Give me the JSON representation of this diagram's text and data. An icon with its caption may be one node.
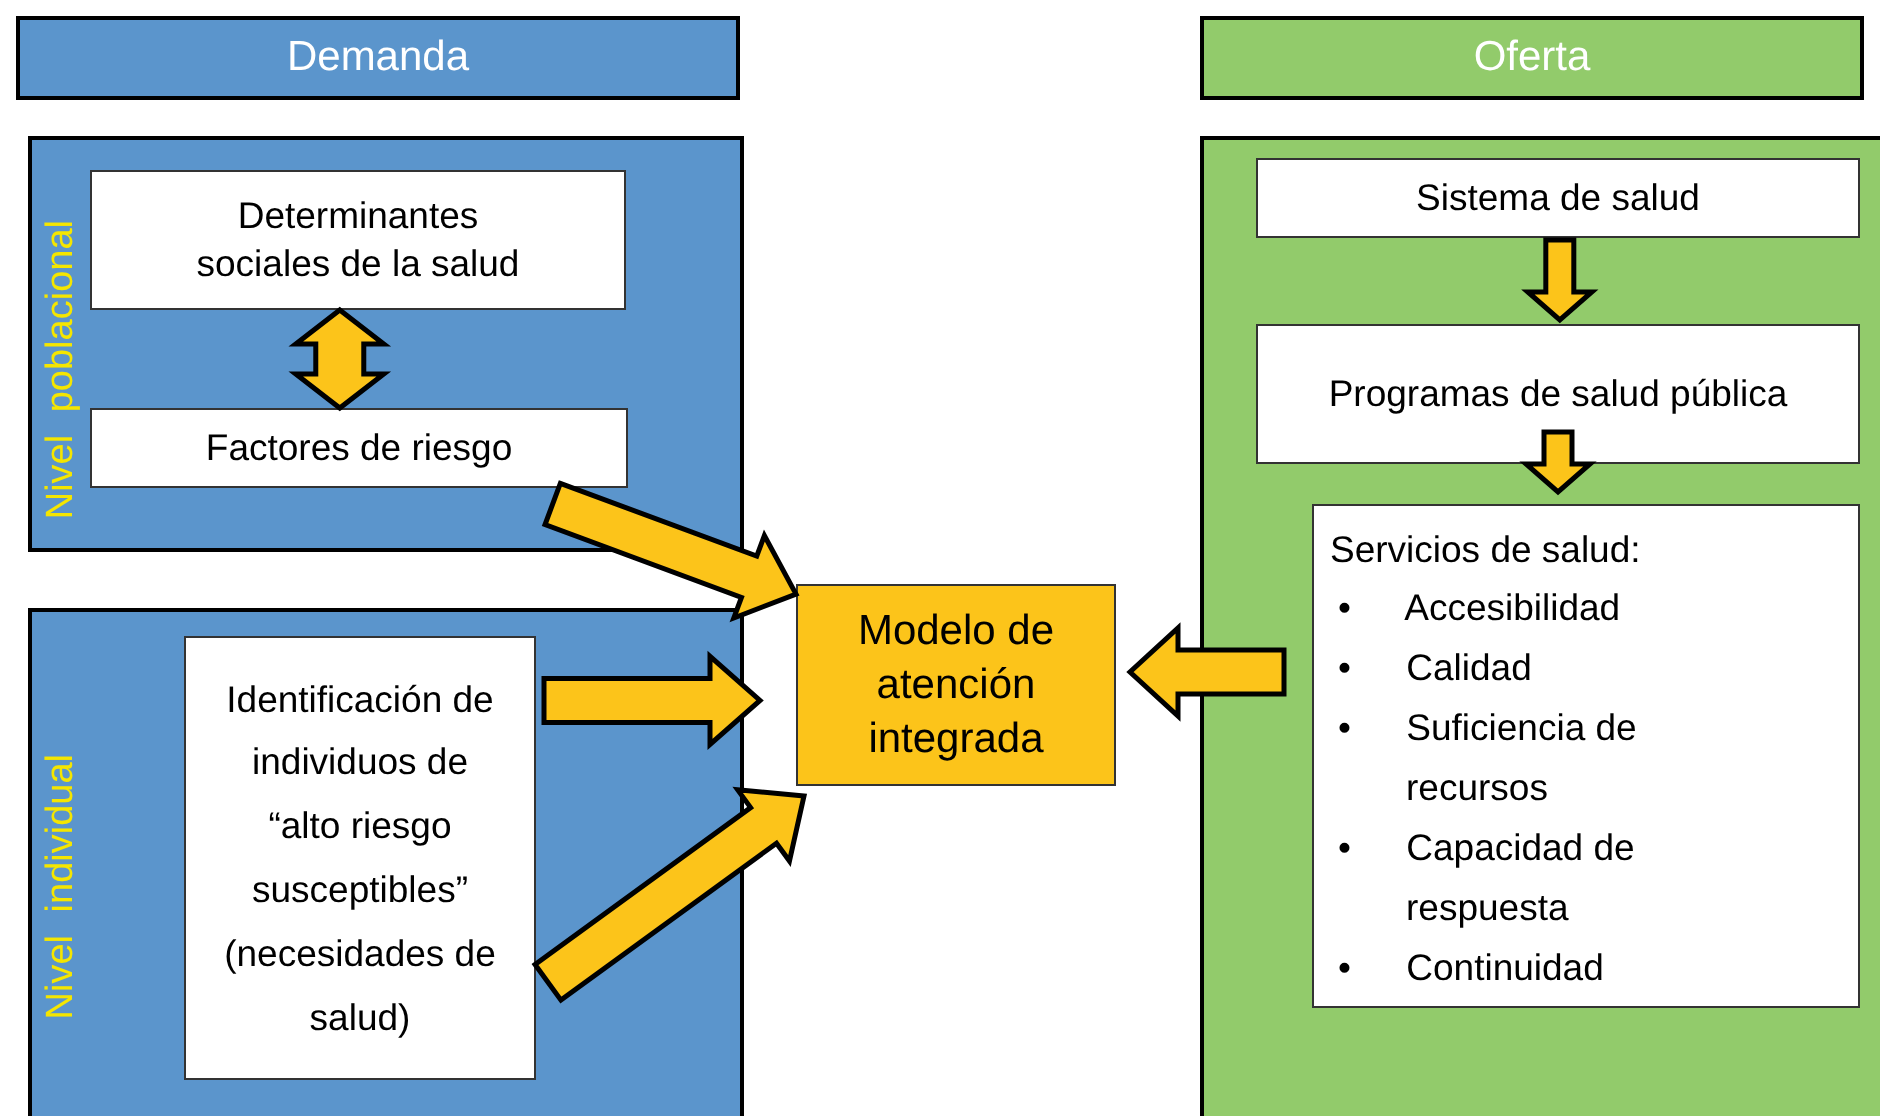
{
  "diagram": {
    "nodes": [
      {
        "text": [
          "Demanda"
        ]
      },
      {
        "text": [
          "Oferta"
        ]
      },
      {
        "text": [
          "Nivel poblacional"
        ]
      },
      {
        "text": [
          "Determinantes sociales de la salud"
        ],
        "in": 2
      },
      {
        "text": [
          "Factores de riesgo"
        ],
        "in": 2
      },
      {
        "text": [
          "Nivel individual"
        ]
      },
      {
        "text": [
          "Identificación de individuos de “alto riesgo susceptibles” (necesidades de salud)"
        ],
        "in": 5
      },
      {
        "text": [
          "Modelo de atención integrada"
        ]
      },
      {
        "text": [],
        "shape": "box"
      },
      {
        "text": [
          "Sistema de salud"
        ],
        "in": 8
      },
      {
        "text": [
          "Programas de salud pública"
        ],
        "in": 8
      },
      {
        "text": [
          "Servicios de salud:",
          "• Accesibilidad",
          "• Calidad",
          "• Suficiencia de recursos",
          "• Capacidad de respuesta",
          "• Continuidad"
        ],
        "in": 8
      }
    ],
    "edges": [
      {
        "from": 3,
        "to": 4,
        "arrow": "both",
        "style": "thick"
      },
      {
        "from": 4,
        "to": 7,
        "arrow": "to",
        "style": "thick"
      },
      {
        "from": 6,
        "to": 7,
        "arrow": "to",
        "style": "thick"
      },
      {
        "from": 6,
        "to": 7,
        "arrow": "to",
        "style": "thick"
      },
      {
        "from": 8,
        "to": 7,
        "arrow": "to",
        "style": "thick"
      },
      {
        "from": 9,
        "to": 10,
        "arrow": "to",
        "style": "thick"
      },
      {
        "from": 10,
        "to": 11,
        "arrow": "to",
        "style": "thick"
      }
    ]
  }
}
